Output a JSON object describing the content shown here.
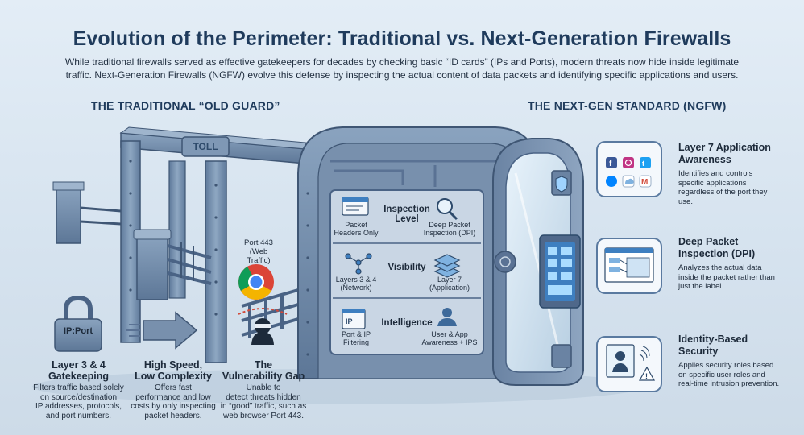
{
  "header": {
    "title": "Evolution of the Perimeter: Traditional vs. Next-Generation Firewalls",
    "subtitle": "While traditional firewalls served as effective gatekeepers for decades by checking basic “ID cards” (IPs and Ports), modern threats now hide inside legitimate traffic. Next-Generation Firewalls (NGFW) evolve this defense by inspecting the actual content of data packets and identifying specific applications and users."
  },
  "traditional": {
    "heading": "THE TRADITIONAL “OLD GUARD”",
    "gate_sign": "TOLL",
    "lock_label": "IP:Port",
    "port_label_line1": "Port 443",
    "port_label_line2": "(Web Traffic)",
    "captions": [
      {
        "title_line1": "Layer 3 & 4",
        "title_line2": "Gatekeeping",
        "body": [
          "Filters traffic based solely",
          "on source/destination",
          "IP addresses, protocols,",
          "and port numbers."
        ]
      },
      {
        "title_line1": "High Speed,",
        "title_line2": "Low Complexity",
        "body": [
          "Offers fast",
          "performance and low",
          "costs by only inspecting",
          "packet headers."
        ]
      },
      {
        "title_line1": "The",
        "title_line2": "Vulnerability Gap",
        "body": [
          "Unable to",
          "detect threats hidden",
          "in “good” traffic, such as",
          "web browser Port 443."
        ]
      }
    ]
  },
  "comparison": {
    "rows": [
      {
        "title_line1": "Inspection",
        "title_line2": "Level",
        "left": [
          "Packet",
          "Headers Only"
        ],
        "right": [
          "Deep Packet",
          "Inspection (DPI)"
        ]
      },
      {
        "title_line1": "Visibility",
        "title_line2": "",
        "left": [
          "Layers 3 & 4",
          "(Network)"
        ],
        "right": [
          "Layer 7",
          "(Application)"
        ]
      },
      {
        "title_line1": "Intelligence",
        "title_line2": "",
        "left": [
          "Port & IP",
          "Filtering"
        ],
        "right": [
          "User & App",
          "Awareness + IPS"
        ]
      }
    ]
  },
  "ngfw": {
    "heading": "THE NEXT-GEN STANDARD (NGFW)",
    "features": [
      {
        "title_line1": "Layer 7 Application",
        "title_line2": "Awareness",
        "body": [
          "Identifies and controls",
          "specific applications",
          "regardless of the port they",
          "use."
        ]
      },
      {
        "title_line1": "Deep Packet",
        "title_line2": "Inspection (DPI)",
        "body": [
          "Analyzes the actual data",
          "inside the packet rather than",
          "just the label."
        ]
      },
      {
        "title_line1": "Identity-Based",
        "title_line2": "Security",
        "body": [
          "Applies security roles based",
          "on specific user roles and",
          "real-time intrusion prevention."
        ]
      }
    ],
    "app_icons": [
      "facebook-icon",
      "instagram-icon",
      "twitter-icon",
      "messenger-icon",
      "cloud-icon",
      "gmail-icon"
    ]
  },
  "colors": {
    "title": "#1f3b5c",
    "steel": "#6f8aa8",
    "steel_dark": "#4a6385",
    "panel": "#c9d6e4",
    "accent_red": "#d24a3a"
  }
}
